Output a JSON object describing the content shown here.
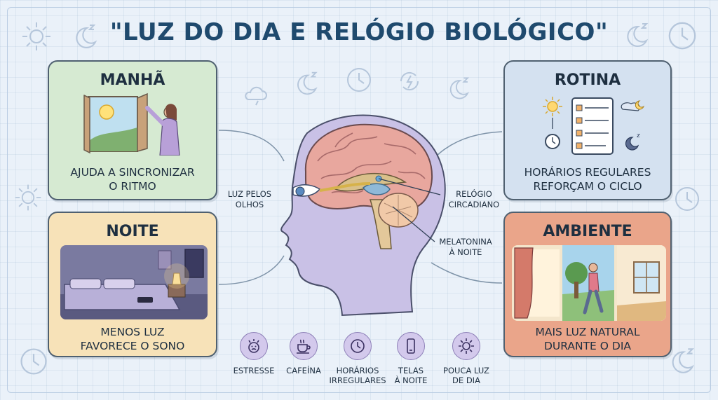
{
  "title": "\"LUZ DO DIA E RELÓGIO BIOLÓGICO\"",
  "cards": {
    "morning": {
      "title": "MANHÃ",
      "lines": [
        "AJUDA A SINCRONIZAR",
        "O RITMO"
      ]
    },
    "night": {
      "title": "NOITE",
      "lines": [
        "MENOS LUZ",
        "FAVORECE O SONO"
      ]
    },
    "routine": {
      "title": "ROTINA",
      "lines": [
        "HORÁRIOS REGULARES",
        "REFORÇAM O CICLO"
      ]
    },
    "environment": {
      "title": "AMBIENTE",
      "lines": [
        "MAIS LUZ NATURAL",
        "DURANTE O DIA"
      ]
    }
  },
  "brain_labels": {
    "eyes": [
      "LUZ PELOS",
      "OLHOS"
    ],
    "clock": [
      "RELÓGIO",
      "CIRCADIANO"
    ],
    "melatonin": [
      "MELATONINA",
      "À NOITE"
    ]
  },
  "factors": [
    {
      "icon": "stress-icon",
      "lines": [
        "ESTRESSE"
      ]
    },
    {
      "icon": "coffee-icon",
      "lines": [
        "CAFEÍNA"
      ]
    },
    {
      "icon": "clock-icon",
      "lines": [
        "HORÁRIOS",
        "IRREGULARES"
      ]
    },
    {
      "icon": "phone-icon",
      "lines": [
        "TELAS",
        "À NOITE"
      ]
    },
    {
      "icon": "sun-icon",
      "lines": [
        "POUCA LUZ",
        "DE DIA"
      ]
    }
  ],
  "colors": {
    "morning_card": "#d6ead2",
    "night_card": "#f7e2b8",
    "routine_card": "#d4e1f0",
    "environment_card": "#eaa58a",
    "factor_circle": "#d3c9ec",
    "title": "#1f4a6e"
  }
}
